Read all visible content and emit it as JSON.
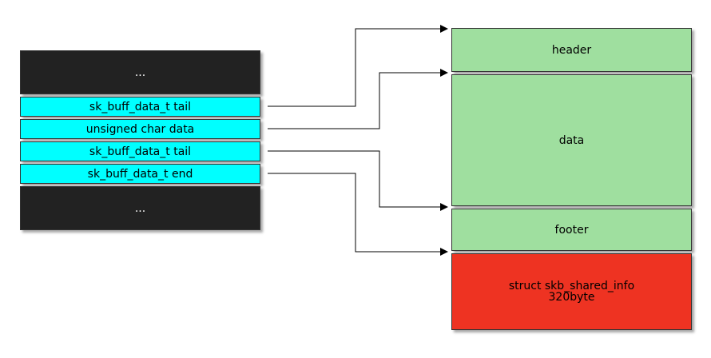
{
  "struct": {
    "top_ellipsis": "...",
    "fields": [
      "sk_buff_data_t tail",
      "unsigned char data",
      "sk_buff_data_t tail",
      "sk_buff_data_t end"
    ],
    "bottom_ellipsis": "..."
  },
  "buffer": {
    "header": "header",
    "data": "data",
    "footer": "footer",
    "shared_info_line1": "struct skb_shared_info",
    "shared_info_line2": "320byte"
  },
  "colors": {
    "field_fill": "#00ffff",
    "dark_fill": "#222222",
    "buffer_fill": "#9fdf9f",
    "shared_info_fill": "#ee3322"
  }
}
